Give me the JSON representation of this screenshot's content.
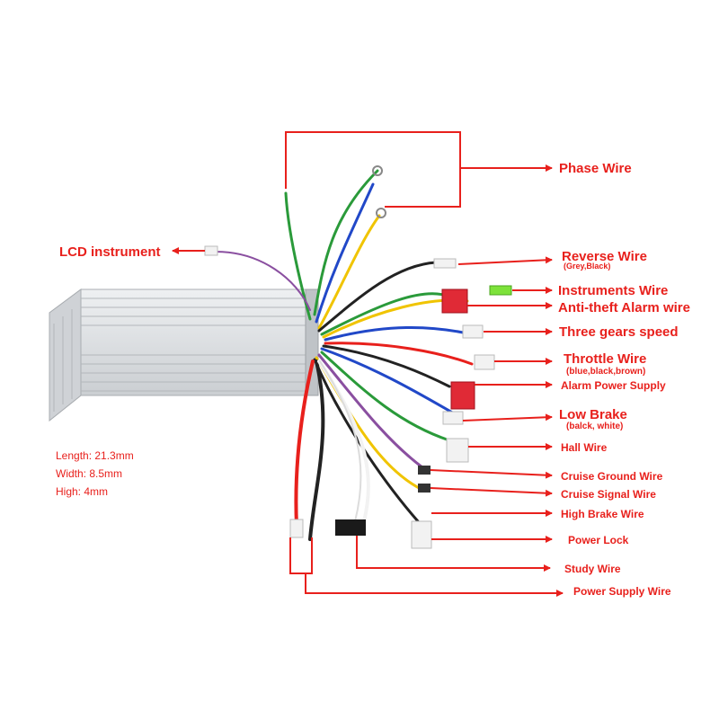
{
  "colors": {
    "label": "#e8201c",
    "pointer": "#e8201c",
    "controller_body": "#dcdfe2",
    "controller_fins": "#b8bcc0"
  },
  "labels": {
    "phase_wire": "Phase Wire",
    "lcd_instrument": "LCD instrument",
    "reverse_wire": "Reverse Wire",
    "reverse_wire_sub": "(Grey,Black)",
    "instruments_wire": "Instruments Wire",
    "anti_theft_alarm_wire": "Anti-theft Alarm wire",
    "three_gears_speed": "Three gears speed",
    "throttle_wire": "Throttle Wire",
    "throttle_wire_sub": "(blue,black,brown)",
    "alarm_power_supply": "Alarm Power Supply",
    "low_brake": "Low Brake",
    "low_brake_sub": "(balck, white)",
    "hall_wire": "Hall Wire",
    "cruise_ground_wire": "Cruise Ground Wire",
    "cruise_signal_wire": "Cruise Signal Wire",
    "high_brake_wire": "High Brake Wire",
    "power_lock": "Power Lock",
    "study_wire": "Study Wire",
    "power_supply_wire": "Power Supply Wire"
  },
  "dimensions": {
    "length": "Length: 21.3mm",
    "width": "Width: 8.5mm",
    "high": "High: 4mm"
  }
}
